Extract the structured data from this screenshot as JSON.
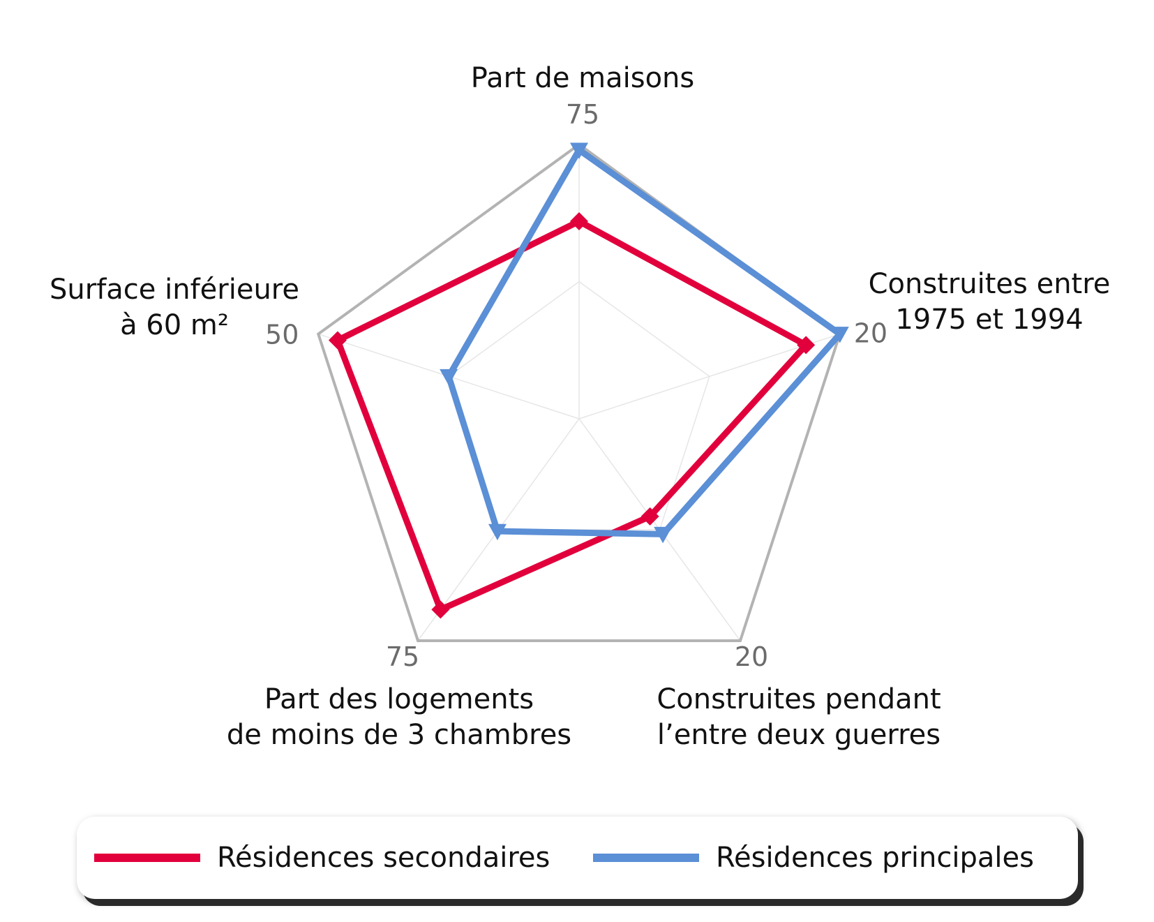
{
  "chart_data": {
    "type": "radar",
    "axes": [
      {
        "label_lines": [
          "Part de maisons"
        ],
        "max": 75,
        "max_label": "75"
      },
      {
        "label_lines": [
          "Construites entre",
          "1975 et 1994"
        ],
        "max": 20,
        "max_label": "20"
      },
      {
        "label_lines": [
          "Construites pendant",
          "l’entre deux guerres"
        ],
        "max": 20,
        "max_label": "20"
      },
      {
        "label_lines": [
          "Part des logements",
          "de moins de 3 chambres"
        ],
        "max": 75,
        "max_label": "75"
      },
      {
        "label_lines": [
          "Surface inférieure",
          "à 60 m²"
        ],
        "max": 50,
        "max_label": "50"
      }
    ],
    "series": [
      {
        "name": "Résidences secondaires",
        "color": "#e1003c",
        "marker": "diamond",
        "values": [
          54,
          17.4,
          8.8,
          64.5,
          46.3
        ]
      },
      {
        "name": "Résidences principales",
        "color": "#5b8fd6",
        "marker": "triangle-down",
        "values": [
          73.5,
          20,
          10.4,
          38,
          25
        ]
      }
    ],
    "grid_color": "#b3b3b3",
    "inner_grid_color": "#e6e6e6"
  },
  "legend": {
    "items": [
      {
        "label": "Résidences secondaires",
        "color": "#e1003c"
      },
      {
        "label": "Résidences principales",
        "color": "#5b8fd6"
      }
    ]
  }
}
